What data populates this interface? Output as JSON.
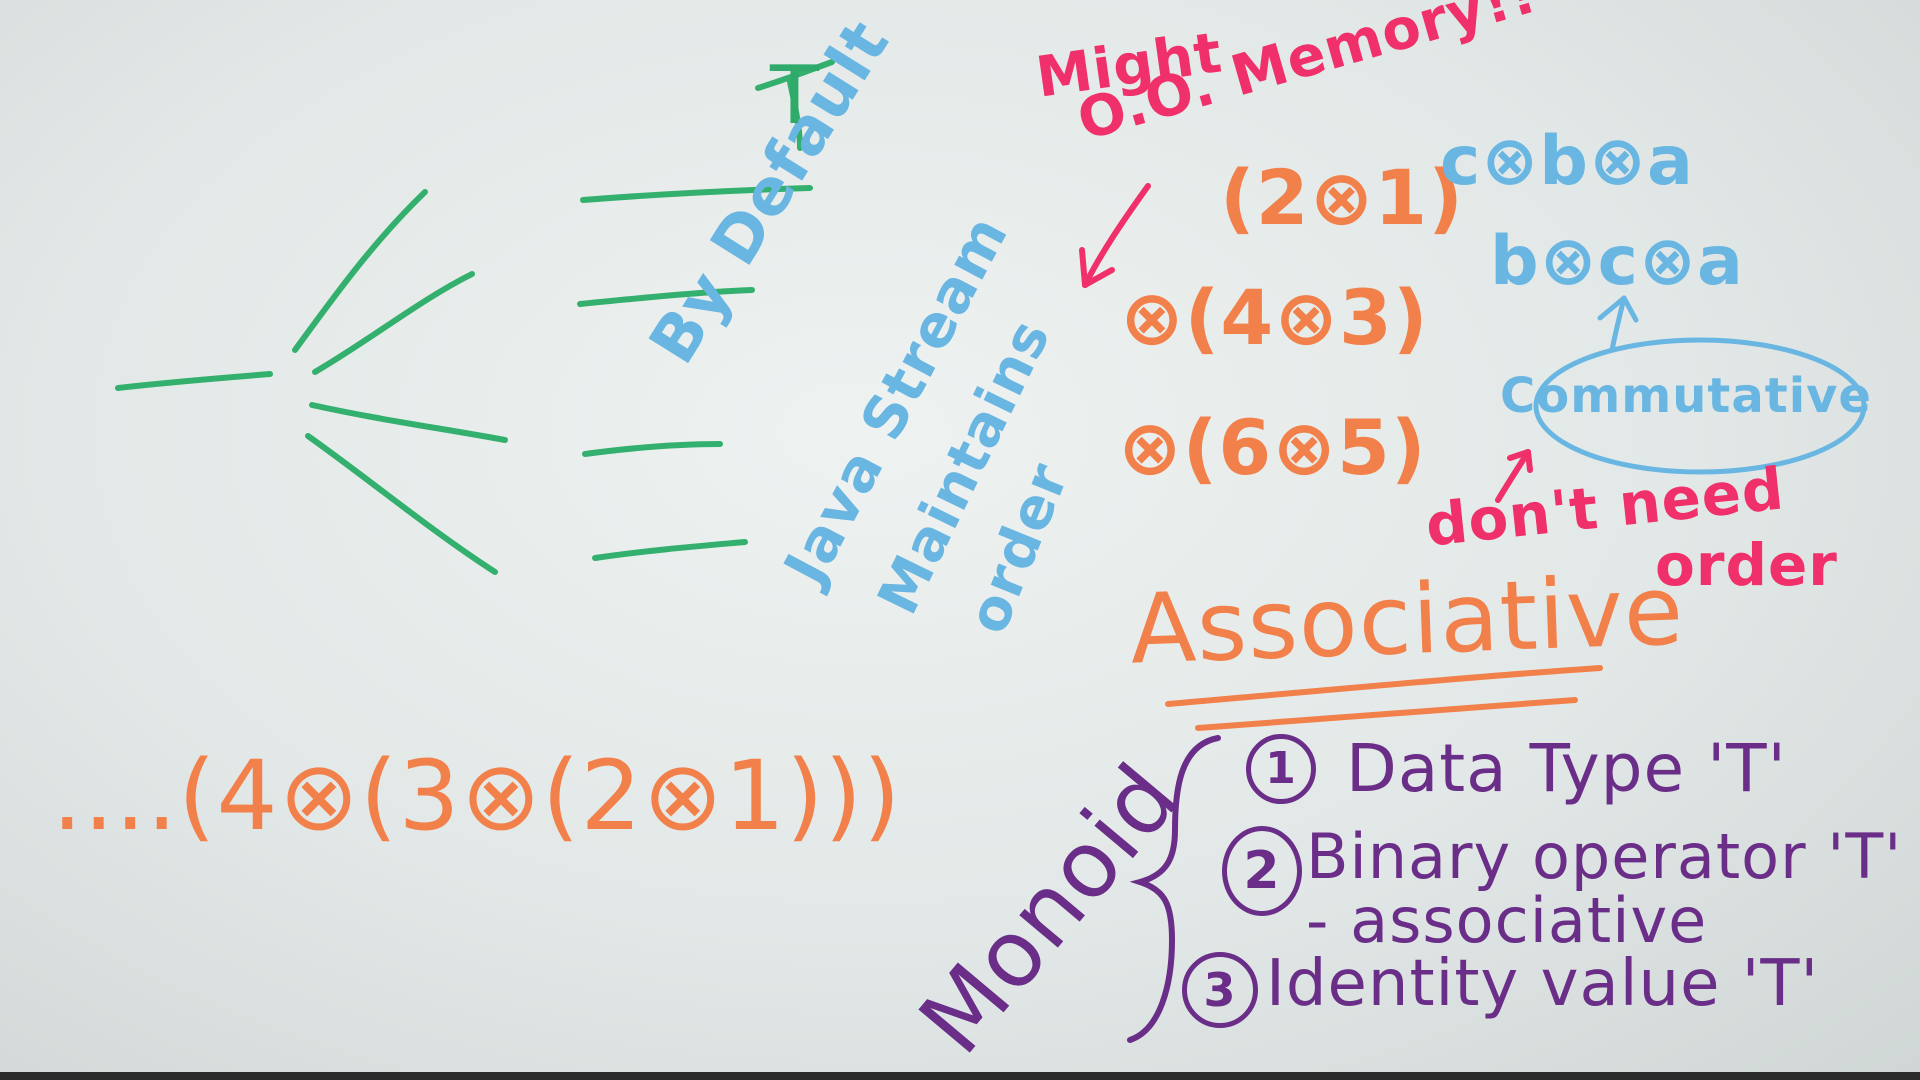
{
  "tree": {
    "root_label": "T"
  },
  "java_note": {
    "line1": "By Default",
    "line2": "Java Stream",
    "line3": "Maintains",
    "line4": "order"
  },
  "warning": {
    "line1": "Might",
    "line2": "O.O. Memory!!"
  },
  "grouping": {
    "row1": "(2⊗1)",
    "row2": "⊗(4⊗3)",
    "row3": "⊗(6⊗5)"
  },
  "reorder": {
    "row1": "c⊗b⊗a",
    "row2": "b⊗c⊗a"
  },
  "commutative": {
    "label": "Commutative"
  },
  "no_order": {
    "line1": "don't need",
    "line2": "order"
  },
  "associative": {
    "title": "Associative"
  },
  "fold": {
    "expression": "....(4⊗(3⊗(2⊗1)))"
  },
  "monoid": {
    "label": "Monoid",
    "items": [
      {
        "num": "1",
        "text": "Data Type 'T'"
      },
      {
        "num": "2",
        "text": "Binary operator 'T'",
        "sub": "- associative"
      },
      {
        "num": "3",
        "text": "Identity value 'T'"
      }
    ]
  },
  "colors": {
    "green": "#2faa6a",
    "pink": "#f0306a",
    "orange": "#f2804a",
    "blue": "#6ab6e2",
    "purple": "#6a2d88",
    "board": "#e6ebea"
  }
}
